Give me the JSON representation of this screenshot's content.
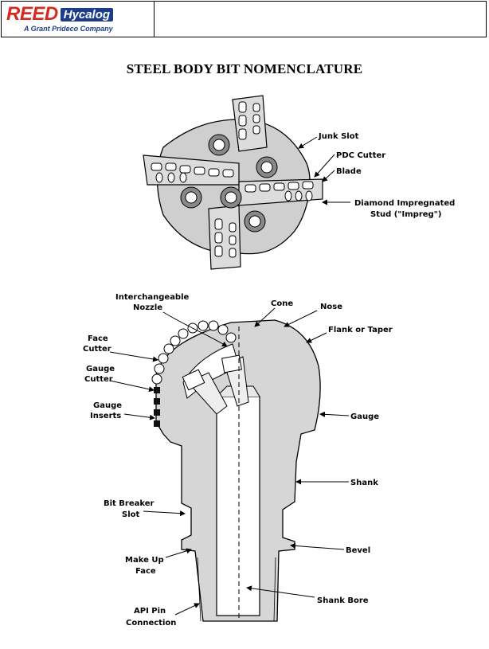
{
  "header": {
    "logo_brand": "REED",
    "logo_product": "Hycalog",
    "logo_tagline": "A Grant Prideco Company"
  },
  "title": "STEEL BODY BIT NOMENCLATURE",
  "top_labels": {
    "junk_slot": "Junk Slot",
    "pdc_cutter": "PDC Cutter",
    "blade": "Blade",
    "impreg_1": "Diamond Impregnated",
    "impreg_2": "Stud (\"Impreg\")"
  },
  "side_labels": {
    "nozzle_1": "Interchangeable",
    "nozzle_2": "Nozzle",
    "cone": "Cone",
    "nose": "Nose",
    "flank": "Flank or Taper",
    "face_cutter_1": "Face",
    "face_cutter_2": "Cutter",
    "gauge_cutter_1": "Gauge",
    "gauge_cutter_2": "Cutter",
    "gauge_inserts_1": "Gauge",
    "gauge_inserts_2": "Inserts",
    "gauge": "Gauge",
    "shank": "Shank",
    "breaker_1": "Bit Breaker",
    "breaker_2": "Slot",
    "makeup_1": "Make Up",
    "makeup_2": "Face",
    "bevel": "Bevel",
    "shank_bore": "Shank Bore",
    "pin_1": "API Pin",
    "pin_2": "Connection"
  }
}
